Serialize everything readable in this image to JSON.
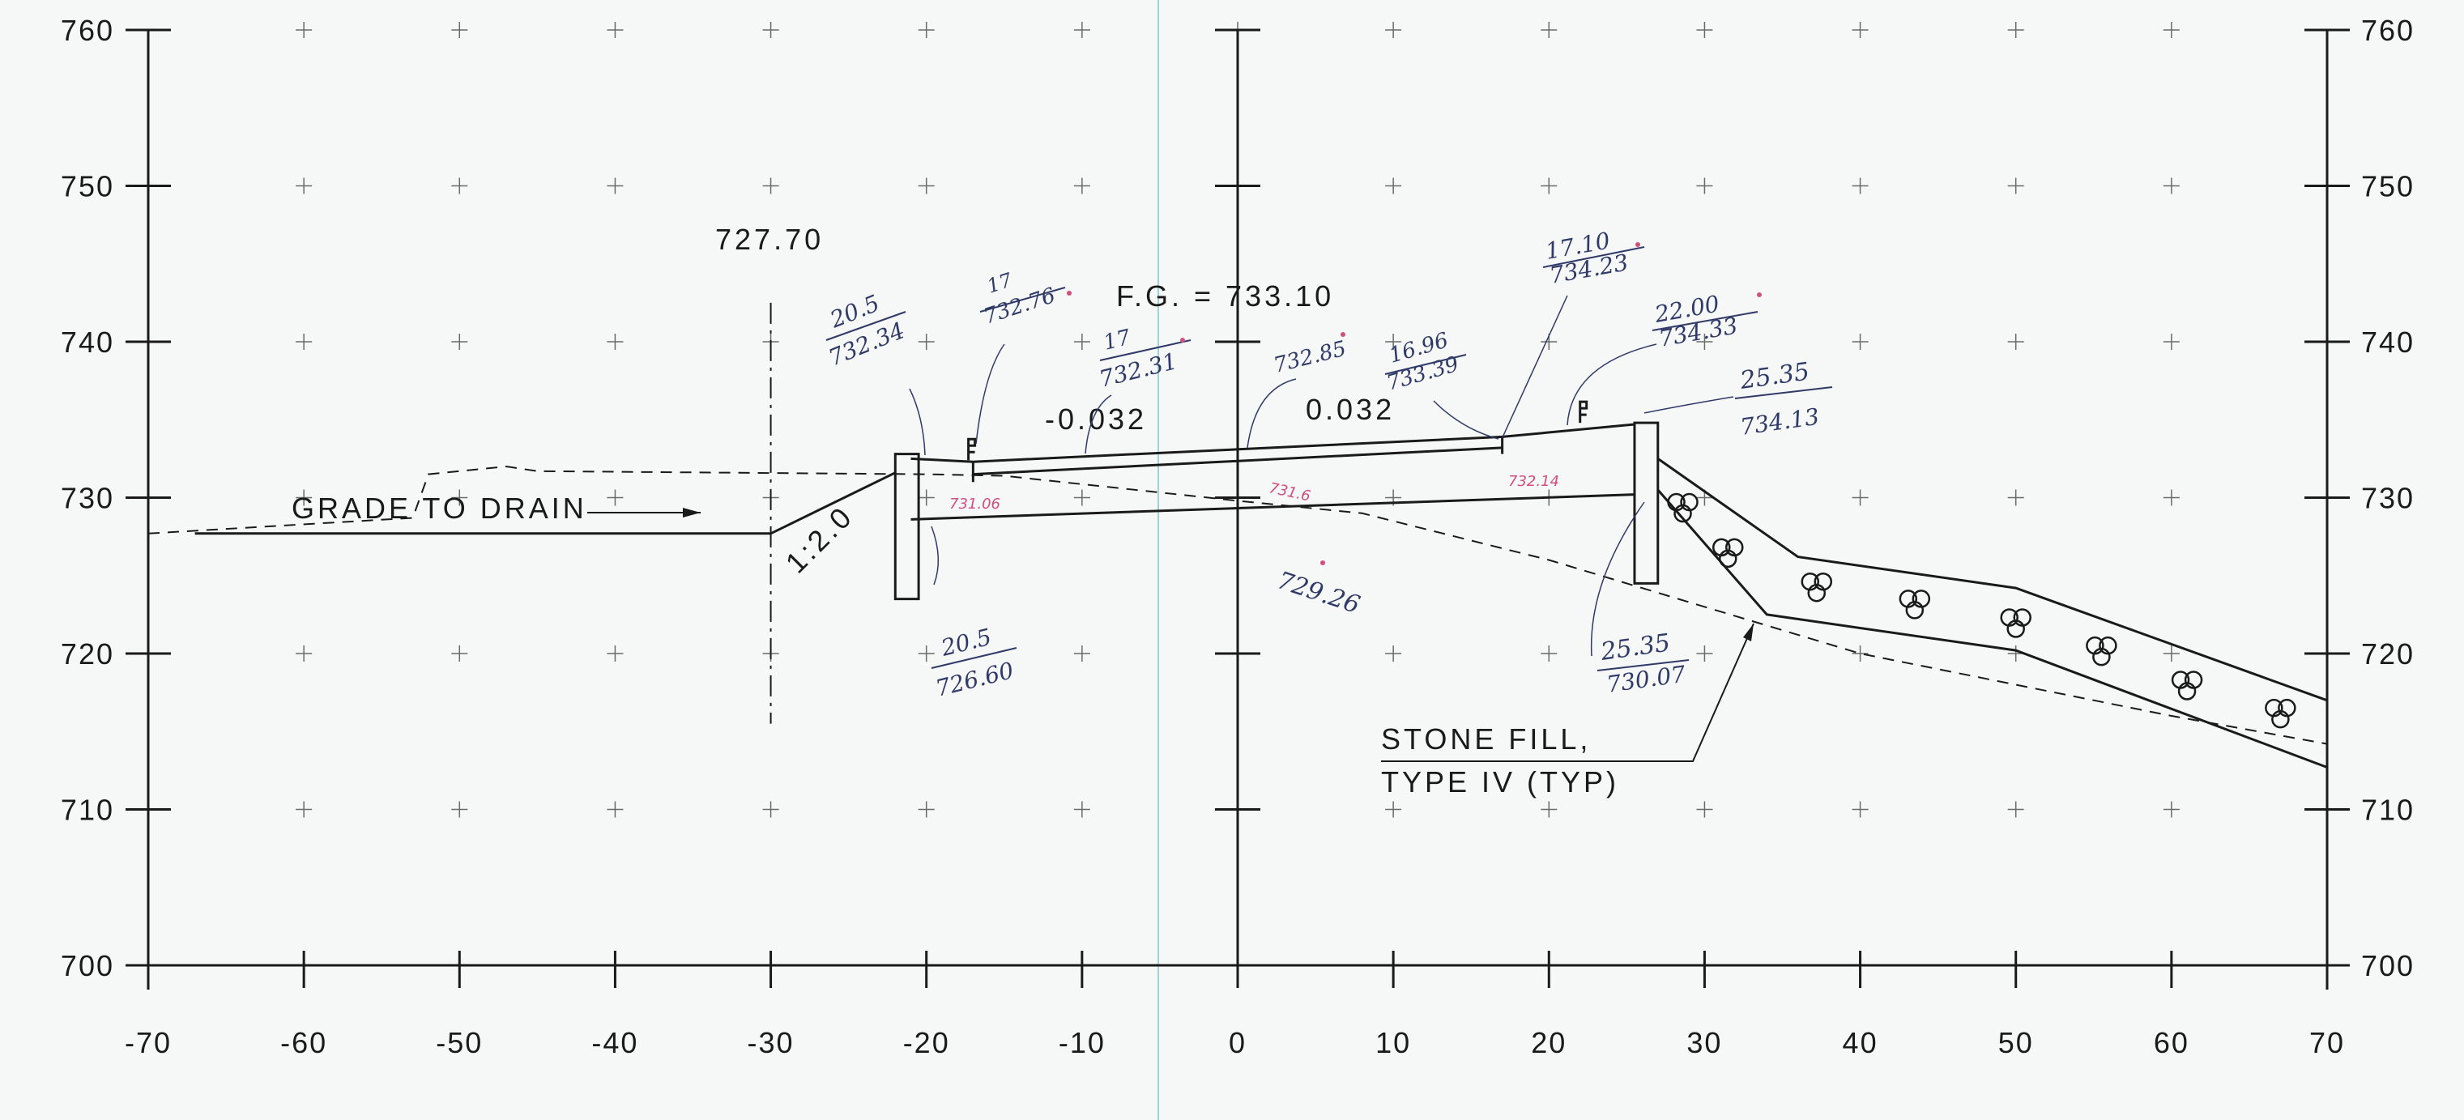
{
  "chart_data": {
    "type": "line",
    "x_range": [
      -70,
      70
    ],
    "y_range": [
      700,
      760
    ],
    "x_ticks": [
      "-70",
      "-60",
      "-50",
      "-40",
      "-30",
      "-20",
      "-10",
      "0",
      "10",
      "20",
      "30",
      "40",
      "50",
      "60",
      "70"
    ],
    "y_ticks": [
      "700",
      "710",
      "720",
      "730",
      "740",
      "750",
      "760"
    ],
    "existing_ground": [
      [
        -70,
        727.7
      ],
      [
        -53,
        728.7
      ],
      [
        -52,
        731.5
      ],
      [
        -47,
        732
      ],
      [
        -45,
        731.7
      ],
      [
        -20,
        731.5
      ],
      [
        -15,
        731.4
      ],
      [
        0,
        729.8
      ],
      [
        8,
        729
      ],
      [
        20,
        726
      ],
      [
        30,
        723
      ],
      [
        40,
        720
      ],
      [
        50,
        718
      ],
      [
        60,
        716
      ],
      [
        70,
        714.2
      ]
    ],
    "grade_to_drain": [
      [
        -67,
        727.7
      ],
      [
        -30,
        727.7
      ],
      [
        -22,
        731.6
      ]
    ],
    "deck_top": [
      [
        -17,
        732.3
      ],
      [
        17,
        733.9
      ]
    ],
    "deck_bottom": [
      [
        -17,
        731.5
      ],
      [
        17,
        733.2
      ]
    ],
    "slab_bottom": [
      [
        -21,
        728.6
      ],
      [
        25.5,
        730.2
      ]
    ],
    "left_abutment": {
      "x": [
        -22,
        -20.5
      ],
      "y": [
        723.5,
        732.8
      ]
    },
    "right_abutment": {
      "x": [
        25.5,
        27
      ],
      "y": [
        724.5,
        734.8
      ]
    },
    "stone_fill_upper": [
      [
        27,
        732.5
      ],
      [
        36,
        726.2
      ],
      [
        50,
        724.2
      ],
      [
        70,
        717
      ]
    ],
    "stone_fill_lower": [
      [
        27,
        730.5
      ],
      [
        34,
        722.5
      ],
      [
        50,
        720.2
      ],
      [
        70,
        712.7
      ]
    ],
    "stone_marks": [
      [
        28.6,
        729.4
      ],
      [
        31.5,
        726.5
      ],
      [
        37.2,
        724.3
      ],
      [
        43.5,
        723.2
      ],
      [
        50,
        722
      ],
      [
        55.5,
        720.2
      ],
      [
        61,
        718
      ],
      [
        67,
        716.2
      ]
    ],
    "vertical_line_x": -30,
    "center_line_x": 0
  },
  "annotations": {
    "elev_top": "727.70",
    "fg": "F.G. = 733.10",
    "slope_left": "-0.032",
    "slope_right": "0.032",
    "grade": "GRADE TO DRAIN",
    "slope_ratio": "1:2.0",
    "stone_fill_1": "STONE FILL,",
    "stone_fill_2": "TYPE IV (TYP)"
  },
  "handwritten": {
    "a_top": "20.5",
    "a_bot": "732.34",
    "b_top": "17",
    "b_bot": "732.76",
    "c_top": "17",
    "c_bot": "732.31",
    "d": "732.85",
    "e_top": "16.96",
    "e_bot": "733.39",
    "f_top": "17.10",
    "f_bot": "734.23",
    "g_top": "22.00",
    "g_bot": "734.33",
    "h_top": "25.35",
    "h_bot": "734.13",
    "i_top": "25.35",
    "i_bot": "730.07",
    "j_top": "20.5",
    "j_bot": "726.60",
    "k": "729.26",
    "p1": "731.06",
    "p2": "731.6",
    "p3": "732.14"
  },
  "colors": {
    "ink": "#1a1a1a",
    "handwriting": "#2f3a68",
    "pink": "#d0507a",
    "grid": "#6a6a6a",
    "teal_line": "#9fd3d6"
  }
}
